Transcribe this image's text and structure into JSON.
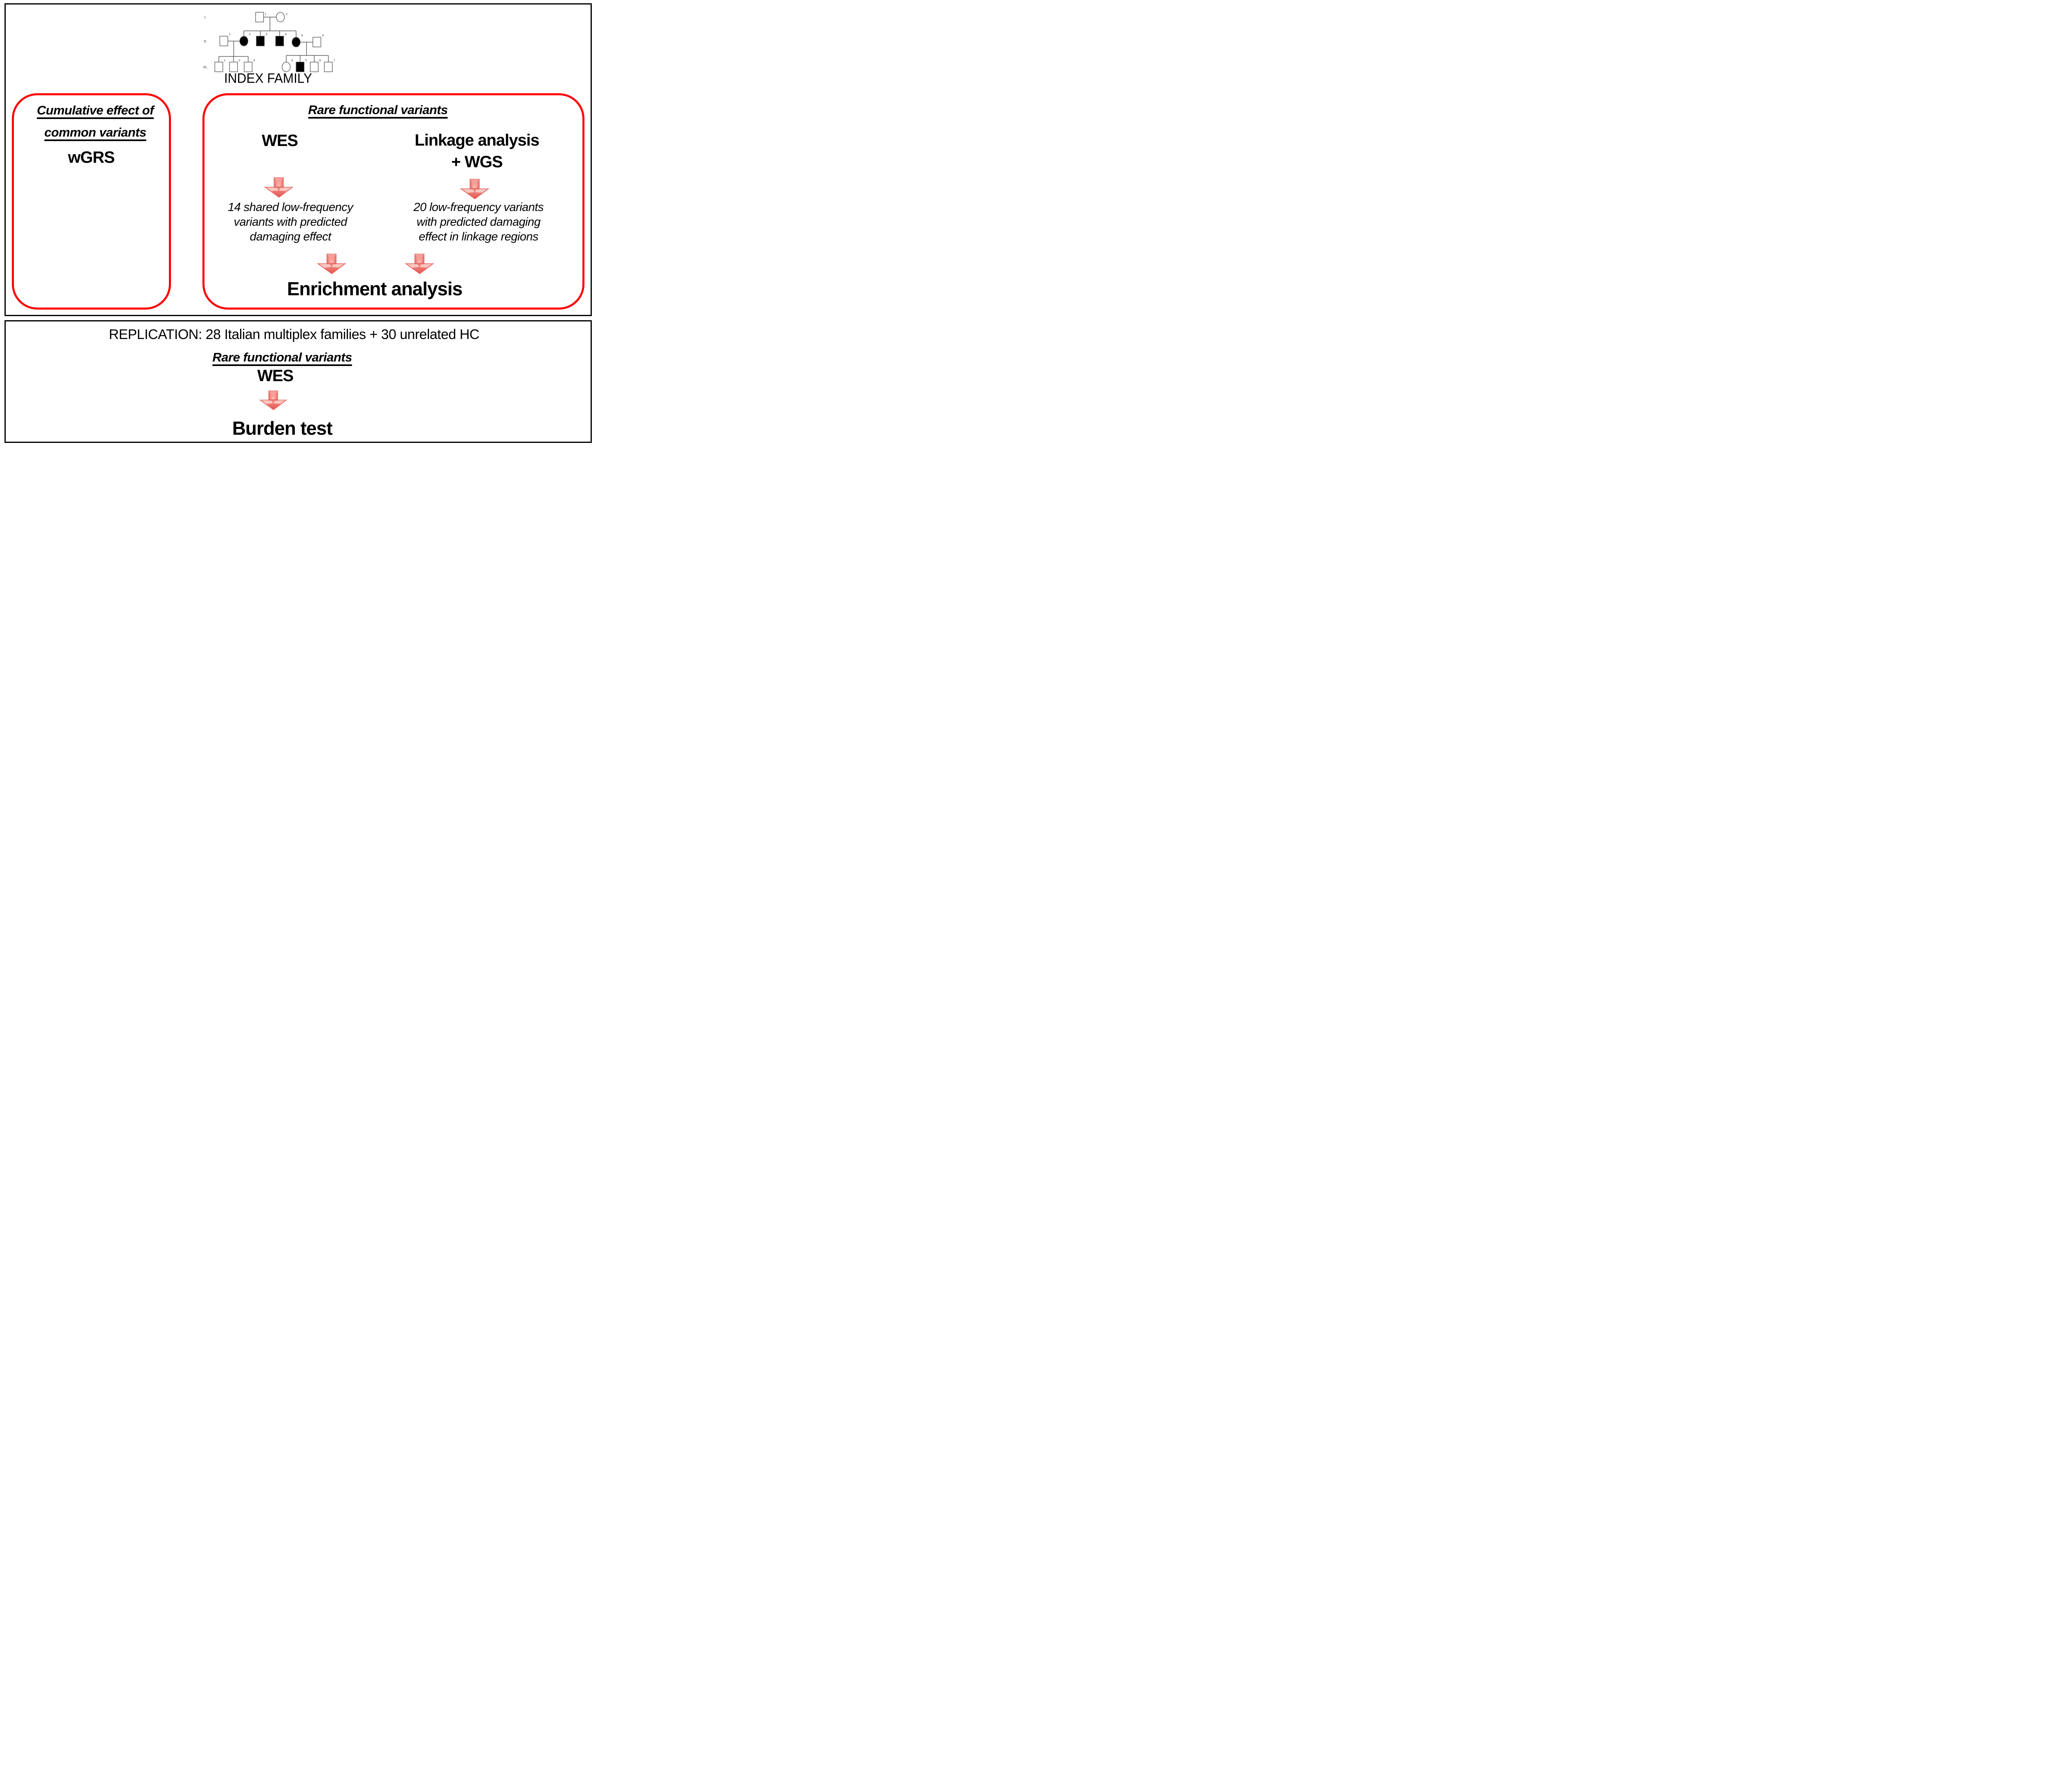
{
  "palette": {
    "panel_border_red": "#ff0000",
    "frame_border_black": "#000000",
    "arrow_salmon": "#ee6b66",
    "arrow_highlight": "#f9c5bd",
    "arrow_dark": "#e0544f",
    "pedigree_affected_fill": "#000000",
    "pedigree_unaffected_fill": "#ffffff"
  },
  "pedigree": {
    "caption": "INDEX FAMILY",
    "generation_labels": [
      "I.",
      "II.",
      "III."
    ],
    "gen1": [
      {
        "id": "1",
        "sex": "male",
        "affected": false
      },
      {
        "id": "2",
        "sex": "female",
        "affected": false
      }
    ],
    "gen2": [
      {
        "id": "1",
        "sex": "male",
        "affected": false
      },
      {
        "id": "2",
        "sex": "female",
        "affected": true
      },
      {
        "id": "3",
        "sex": "male",
        "affected": true
      },
      {
        "id": "4",
        "sex": "male",
        "affected": true
      },
      {
        "id": "5",
        "sex": "female",
        "affected": true
      },
      {
        "id": "6",
        "sex": "male",
        "affected": false
      }
    ],
    "gen3": [
      {
        "id": "1",
        "sex": "male",
        "affected": false
      },
      {
        "id": "2",
        "sex": "male",
        "affected": false
      },
      {
        "id": "3",
        "sex": "male",
        "affected": false
      },
      {
        "id": "4",
        "sex": "female",
        "affected": false
      },
      {
        "id": "5",
        "sex": "male",
        "affected": true
      },
      {
        "id": "6",
        "sex": "male",
        "affected": false
      },
      {
        "id": "7",
        "sex": "male",
        "affected": false
      }
    ]
  },
  "left_panel": {
    "title_line1": "Cumulative effect of",
    "title_line2": "common variants",
    "method": "wGRS"
  },
  "right_panel": {
    "title": "Rare functional variants",
    "branch_left": {
      "method": "WES",
      "result_lines": [
        "14 shared low-frequency",
        "variants with predicted",
        "damaging effect"
      ]
    },
    "branch_right": {
      "method_line1": "Linkage analysis",
      "method_line2": "+ WGS",
      "result_lines": [
        "20 low-frequency variants",
        "with predicted damaging",
        "effect in linkage regions"
      ]
    },
    "merge_analysis": "Enrichment analysis"
  },
  "replication_panel": {
    "header": "REPLICATION: 28 Italian multiplex families + 30 unrelated HC",
    "subtitle": "Rare functional variants",
    "method": "WES",
    "analysis": "Burden test"
  }
}
